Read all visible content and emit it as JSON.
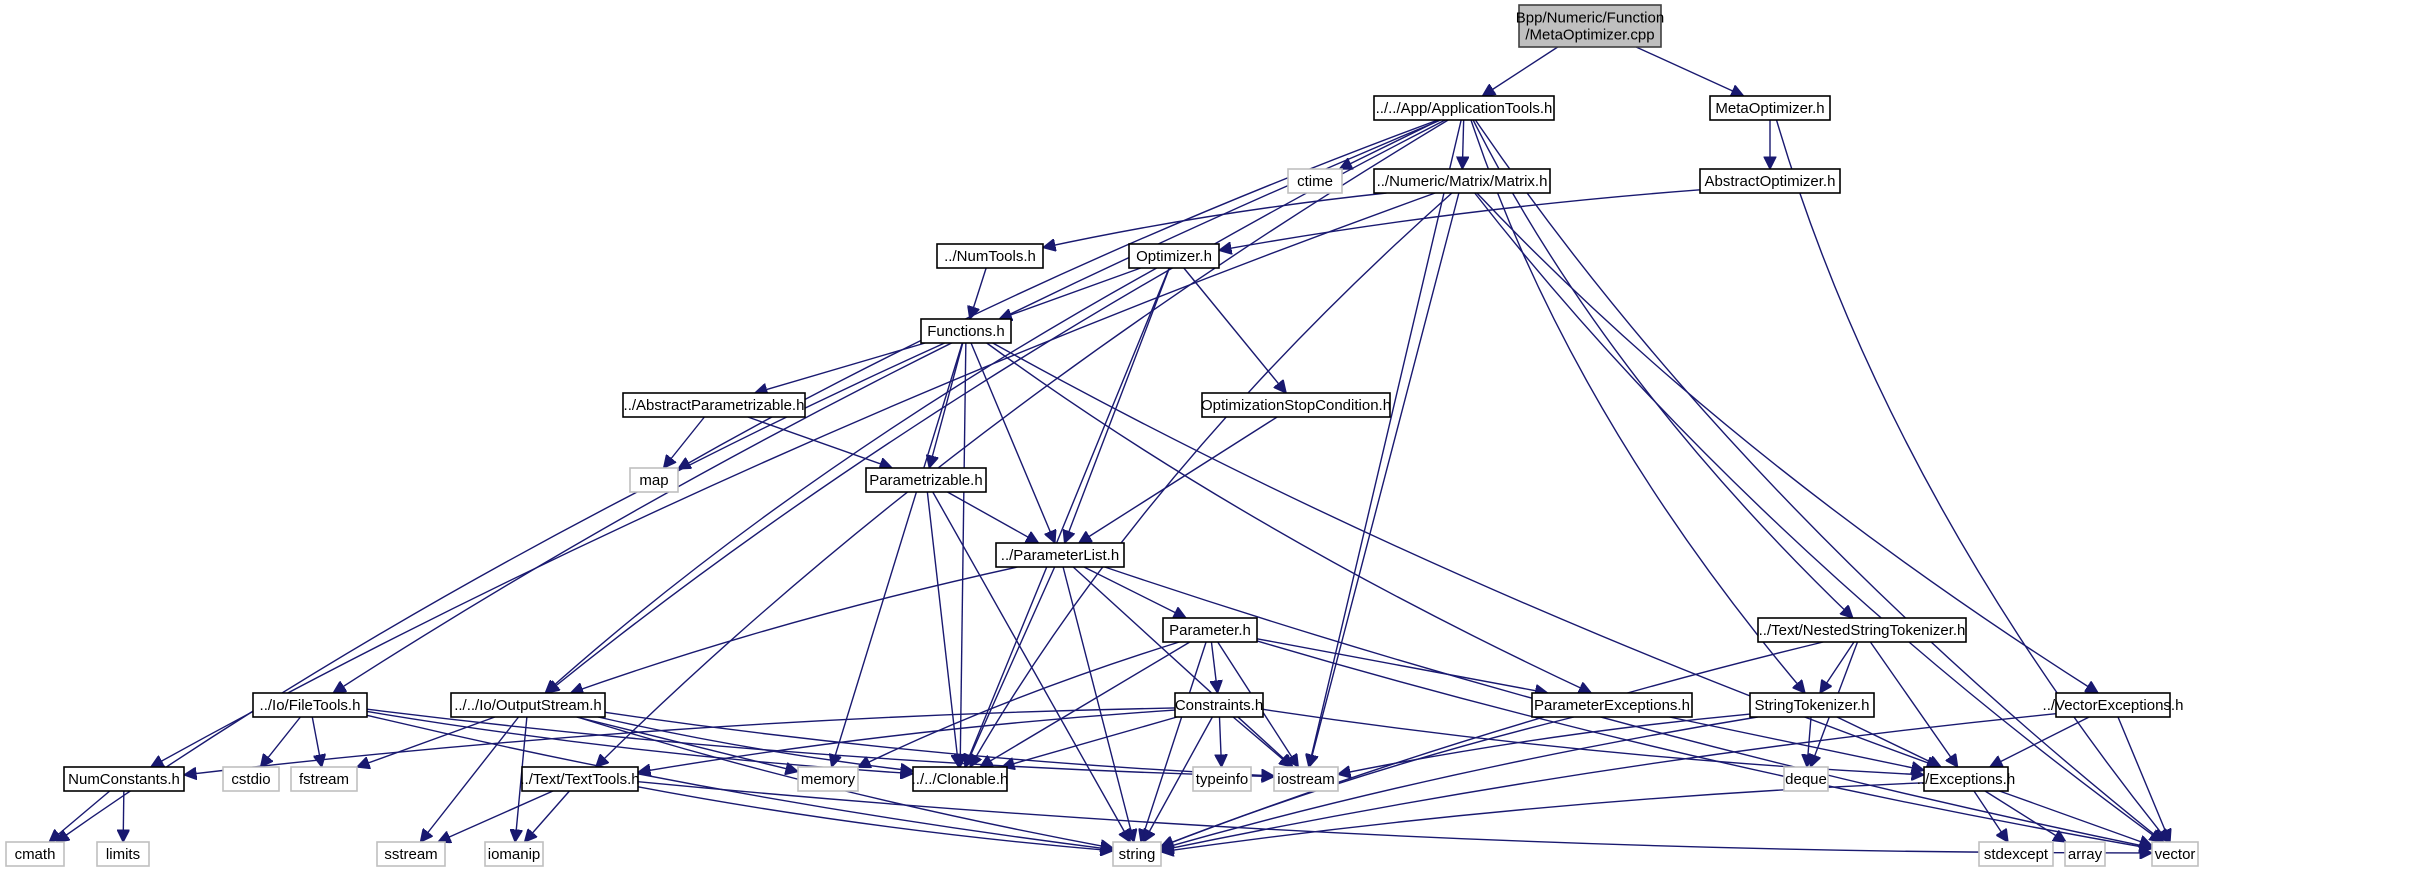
{
  "title": "Bpp/Numeric/Function/MetaOptimizer.cpp include dependency graph",
  "colors": {
    "edge": "#191970",
    "root_fill": "#bfbfbf",
    "root_stroke": "#404040",
    "header_fill": "#ffffff",
    "header_stroke": "#000000",
    "system_stroke": "#bfbfbf"
  },
  "nodes": [
    {
      "id": "root",
      "label": [
        "Bpp/Numeric/Function",
        "/MetaOptimizer.cpp"
      ],
      "kind": "root"
    },
    {
      "id": "apptools",
      "label": [
        "../../App/ApplicationTools.h"
      ],
      "kind": "header"
    },
    {
      "id": "metaopt",
      "label": [
        "MetaOptimizer.h"
      ],
      "kind": "header"
    },
    {
      "id": "ctime",
      "label": [
        "ctime"
      ],
      "kind": "system"
    },
    {
      "id": "matrix",
      "label": [
        "../Numeric/Matrix/Matrix.h"
      ],
      "kind": "header"
    },
    {
      "id": "absopt",
      "label": [
        "AbstractOptimizer.h"
      ],
      "kind": "header"
    },
    {
      "id": "numtools",
      "label": [
        "../NumTools.h"
      ],
      "kind": "header"
    },
    {
      "id": "optimizer",
      "label": [
        "Optimizer.h"
      ],
      "kind": "header"
    },
    {
      "id": "functions",
      "label": [
        "Functions.h"
      ],
      "kind": "header"
    },
    {
      "id": "absparam",
      "label": [
        "../AbstractParametrizable.h"
      ],
      "kind": "header"
    },
    {
      "id": "optstop",
      "label": [
        "OptimizationStopCondition.h"
      ],
      "kind": "header"
    },
    {
      "id": "map",
      "label": [
        "map"
      ],
      "kind": "system"
    },
    {
      "id": "parametrizable",
      "label": [
        "Parametrizable.h"
      ],
      "kind": "header"
    },
    {
      "id": "paramlist",
      "label": [
        "../ParameterList.h"
      ],
      "kind": "header"
    },
    {
      "id": "parameter",
      "label": [
        "Parameter.h"
      ],
      "kind": "header"
    },
    {
      "id": "nestedtok",
      "label": [
        "../Text/NestedStringTokenizer.h"
      ],
      "kind": "header"
    },
    {
      "id": "filetools",
      "label": [
        "../Io/FileTools.h"
      ],
      "kind": "header"
    },
    {
      "id": "outstream",
      "label": [
        "../../Io/OutputStream.h"
      ],
      "kind": "header"
    },
    {
      "id": "constraints",
      "label": [
        "Constraints.h"
      ],
      "kind": "header"
    },
    {
      "id": "paramexc",
      "label": [
        "ParameterExceptions.h"
      ],
      "kind": "header"
    },
    {
      "id": "stringtok",
      "label": [
        "StringTokenizer.h"
      ],
      "kind": "header"
    },
    {
      "id": "vecexc",
      "label": [
        "../VectorExceptions.h"
      ],
      "kind": "header"
    },
    {
      "id": "numconst",
      "label": [
        "NumConstants.h"
      ],
      "kind": "header"
    },
    {
      "id": "cstdio",
      "label": [
        "cstdio"
      ],
      "kind": "system"
    },
    {
      "id": "fstream",
      "label": [
        "fstream"
      ],
      "kind": "system"
    },
    {
      "id": "texttools",
      "label": [
        "../Text/TextTools.h"
      ],
      "kind": "header"
    },
    {
      "id": "memory",
      "label": [
        "memory"
      ],
      "kind": "system"
    },
    {
      "id": "clonable",
      "label": [
        "../../Clonable.h"
      ],
      "kind": "header"
    },
    {
      "id": "typeinfo",
      "label": [
        "typeinfo"
      ],
      "kind": "system"
    },
    {
      "id": "iostream",
      "label": [
        "iostream"
      ],
      "kind": "system"
    },
    {
      "id": "deque",
      "label": [
        "deque"
      ],
      "kind": "system"
    },
    {
      "id": "exceptions",
      "label": [
        "../Exceptions.h"
      ],
      "kind": "header"
    },
    {
      "id": "cmath",
      "label": [
        "cmath"
      ],
      "kind": "system"
    },
    {
      "id": "limits",
      "label": [
        "limits"
      ],
      "kind": "system"
    },
    {
      "id": "sstream",
      "label": [
        "sstream"
      ],
      "kind": "system"
    },
    {
      "id": "iomanip",
      "label": [
        "iomanip"
      ],
      "kind": "system"
    },
    {
      "id": "string",
      "label": [
        "string"
      ],
      "kind": "system"
    },
    {
      "id": "stdexcept",
      "label": [
        "stdexcept"
      ],
      "kind": "system"
    },
    {
      "id": "array",
      "label": [
        "array"
      ],
      "kind": "system"
    },
    {
      "id": "vector",
      "label": [
        "vector"
      ],
      "kind": "system"
    }
  ],
  "edges": [
    [
      "root",
      "apptools"
    ],
    [
      "root",
      "metaopt"
    ],
    [
      "apptools",
      "ctime"
    ],
    [
      "apptools",
      "matrix"
    ],
    [
      "apptools",
      "filetools"
    ],
    [
      "apptools",
      "outstream"
    ],
    [
      "apptools",
      "texttools"
    ],
    [
      "apptools",
      "nestedtok"
    ],
    [
      "apptools",
      "stringtok"
    ],
    [
      "apptools",
      "iostream"
    ],
    [
      "apptools",
      "map"
    ],
    [
      "apptools",
      "vector"
    ],
    [
      "metaopt",
      "absopt"
    ],
    [
      "metaopt",
      "vector"
    ],
    [
      "absopt",
      "optimizer"
    ],
    [
      "matrix",
      "numtools"
    ],
    [
      "matrix",
      "numconst"
    ],
    [
      "matrix",
      "iostream"
    ],
    [
      "matrix",
      "vecexc"
    ],
    [
      "matrix",
      "vector"
    ],
    [
      "matrix",
      "clonable"
    ],
    [
      "numtools",
      "functions"
    ],
    [
      "optimizer",
      "functions"
    ],
    [
      "optimizer",
      "optstop"
    ],
    [
      "optimizer",
      "paramlist"
    ],
    [
      "optimizer",
      "outstream"
    ],
    [
      "optimizer",
      "clonable"
    ],
    [
      "functions",
      "absparam"
    ],
    [
      "functions",
      "parametrizable"
    ],
    [
      "functions",
      "paramlist"
    ],
    [
      "functions",
      "paramexc"
    ],
    [
      "functions",
      "exceptions"
    ],
    [
      "functions",
      "cmath"
    ],
    [
      "functions",
      "memory"
    ],
    [
      "functions",
      "clonable"
    ],
    [
      "absparam",
      "map"
    ],
    [
      "absparam",
      "parametrizable"
    ],
    [
      "optstop",
      "paramlist"
    ],
    [
      "parametrizable",
      "paramlist"
    ],
    [
      "parametrizable",
      "clonable"
    ],
    [
      "parametrizable",
      "string"
    ],
    [
      "paramlist",
      "parameter"
    ],
    [
      "paramlist",
      "outstream"
    ],
    [
      "paramlist",
      "clonable"
    ],
    [
      "paramlist",
      "string"
    ],
    [
      "paramlist",
      "iostream"
    ],
    [
      "paramlist",
      "vector"
    ],
    [
      "parameter",
      "constraints"
    ],
    [
      "parameter",
      "paramexc"
    ],
    [
      "parameter",
      "clonable"
    ],
    [
      "parameter",
      "string"
    ],
    [
      "parameter",
      "iostream"
    ],
    [
      "parameter",
      "memory"
    ],
    [
      "parameter",
      "vector"
    ],
    [
      "constraints",
      "numconst"
    ],
    [
      "constraints",
      "texttools"
    ],
    [
      "constraints",
      "clonable"
    ],
    [
      "constraints",
      "typeinfo"
    ],
    [
      "constraints",
      "iostream"
    ],
    [
      "constraints",
      "string"
    ],
    [
      "constraints",
      "exceptions"
    ],
    [
      "paramexc",
      "exceptions"
    ],
    [
      "paramexc",
      "string"
    ],
    [
      "nestedtok",
      "stringtok"
    ],
    [
      "nestedtok",
      "exceptions"
    ],
    [
      "nestedtok",
      "deque"
    ],
    [
      "nestedtok",
      "string"
    ],
    [
      "stringtok",
      "deque"
    ],
    [
      "stringtok",
      "exceptions"
    ],
    [
      "stringtok",
      "iostream"
    ],
    [
      "stringtok",
      "string"
    ],
    [
      "vecexc",
      "exceptions"
    ],
    [
      "vecexc",
      "vector"
    ],
    [
      "vecexc",
      "string"
    ],
    [
      "filetools",
      "cstdio"
    ],
    [
      "filetools",
      "fstream"
    ],
    [
      "filetools",
      "iostream"
    ],
    [
      "filetools",
      "clonable"
    ],
    [
      "filetools",
      "string"
    ],
    [
      "outstream",
      "fstream"
    ],
    [
      "outstream",
      "memory"
    ],
    [
      "outstream",
      "clonable"
    ],
    [
      "outstream",
      "iostream"
    ],
    [
      "outstream",
      "sstream"
    ],
    [
      "outstream",
      "iomanip"
    ],
    [
      "outstream",
      "string"
    ],
    [
      "texttools",
      "sstream"
    ],
    [
      "texttools",
      "iomanip"
    ],
    [
      "texttools",
      "string"
    ],
    [
      "texttools",
      "vector"
    ],
    [
      "numconst",
      "cmath"
    ],
    [
      "numconst",
      "limits"
    ],
    [
      "exceptions",
      "stdexcept"
    ],
    [
      "exceptions",
      "array"
    ],
    [
      "exceptions",
      "string"
    ],
    [
      "exceptions",
      "vector"
    ]
  ]
}
